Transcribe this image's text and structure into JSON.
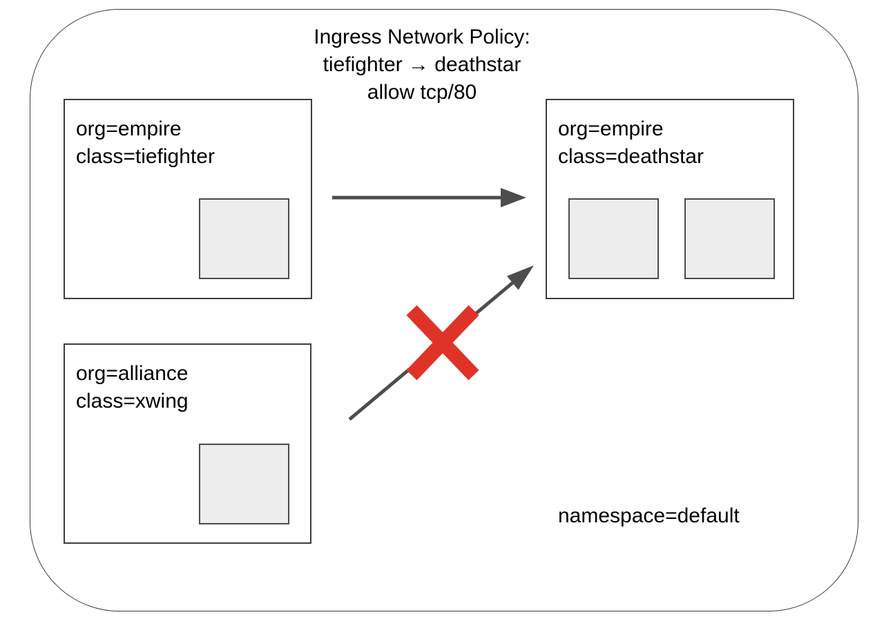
{
  "diagram": {
    "title": {
      "line1": "Ingress Network Policy:",
      "line2": "tiefighter → deathstar",
      "line3": "allow tcp/80"
    },
    "namespace_label": "namespace=default",
    "nodes": [
      {
        "id": "tiefighter",
        "label_line1": "org=empire",
        "label_line2": "class=tiefighter",
        "pod_count": 1
      },
      {
        "id": "deathstar",
        "label_line1": "org=empire",
        "label_line2": "class=deathstar",
        "pod_count": 2
      },
      {
        "id": "xwing",
        "label_line1": "org=alliance",
        "label_line2": "class=xwing",
        "pod_count": 1
      }
    ],
    "edges": [
      {
        "from": "tiefighter",
        "to": "deathstar",
        "status": "allowed"
      },
      {
        "from": "xwing",
        "to": "deathstar",
        "status": "denied"
      }
    ],
    "colors": {
      "arrow": "#4d4d4d",
      "deny_x": "#e03328",
      "pod_fill": "#ededed",
      "box_border": "#3d3d3d",
      "boundary_border": "#3a3a3a",
      "text": "#000000"
    }
  }
}
